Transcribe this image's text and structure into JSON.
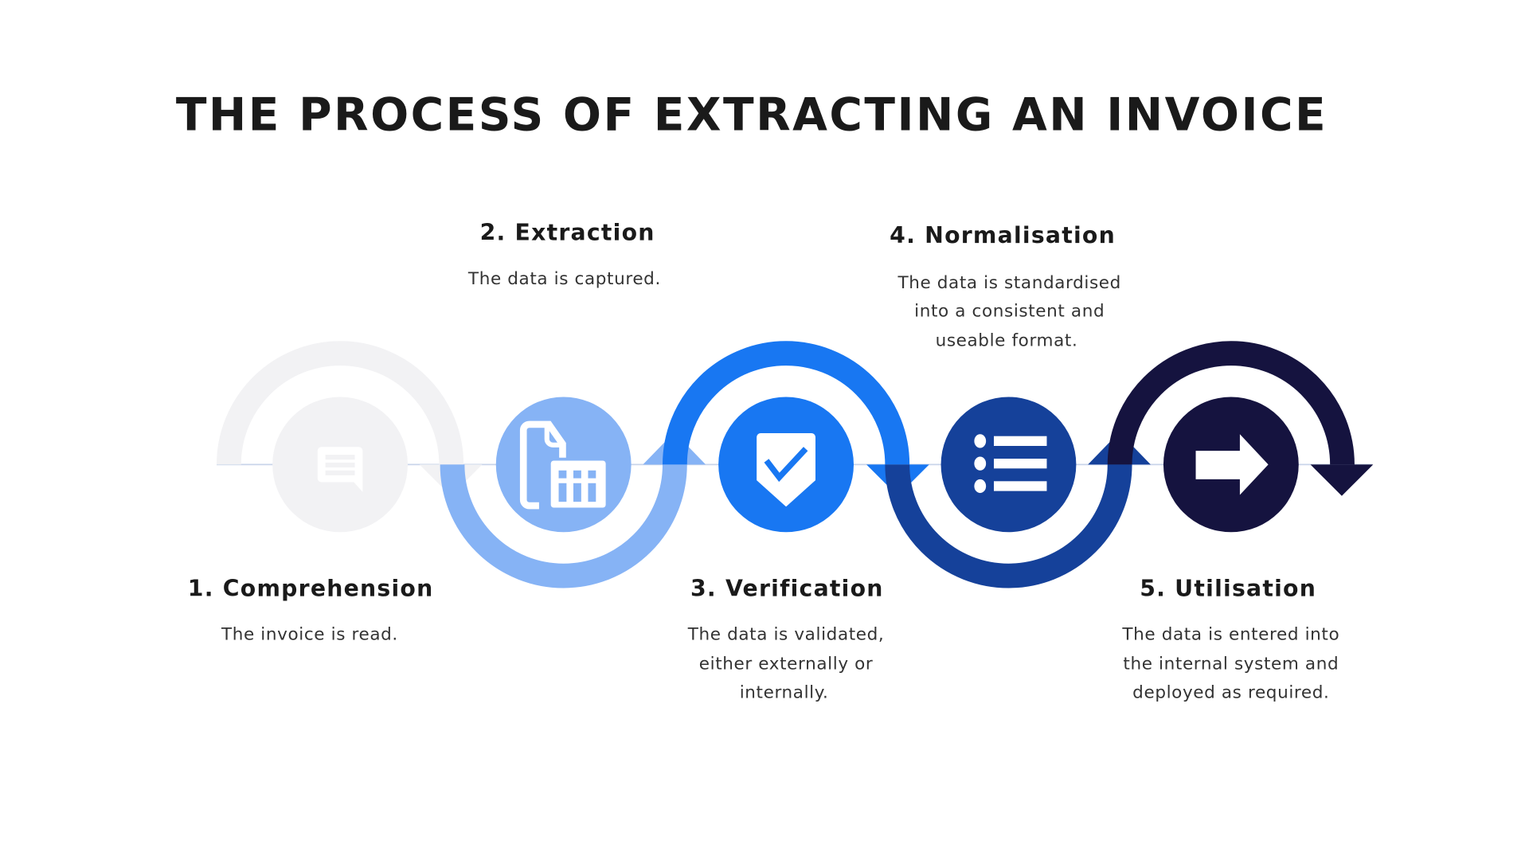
{
  "title": "THE PROCESS OF EXTRACTING AN INVOICE",
  "colors": {
    "step1": "#f2f2f4",
    "step2": "#86b3f5",
    "step3": "#1877f2",
    "step4": "#15419a",
    "step5": "#15133f"
  },
  "steps": [
    {
      "heading": "1. Comprehension",
      "lines": [
        "The invoice is read."
      ],
      "icon": "chat-icon"
    },
    {
      "heading": "2. Extraction",
      "lines": [
        "The data is captured."
      ],
      "icon": "document-table-icon"
    },
    {
      "heading": "3. Verification",
      "lines": [
        "The data is validated,",
        "either externally or",
        "internally."
      ],
      "icon": "shield-check-icon"
    },
    {
      "heading": "4. Normalisation",
      "lines": [
        "The data is standardised",
        "into a consistent and",
        "useable format."
      ],
      "icon": "list-icon"
    },
    {
      "heading": "5. Utilisation",
      "lines": [
        "The data is entered into",
        "the internal system and",
        "deployed as required."
      ],
      "icon": "arrow-right-icon"
    }
  ]
}
